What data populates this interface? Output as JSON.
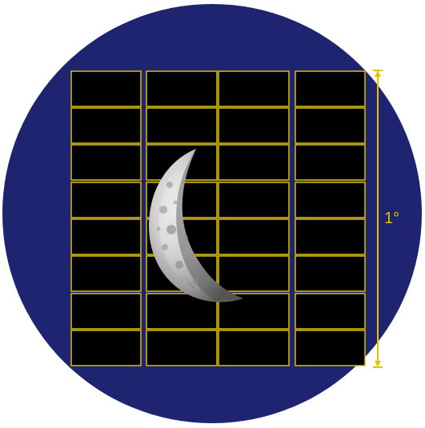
{
  "diagram": {
    "scale_label": "1°",
    "grid": {
      "columns": 4,
      "rows": 8
    },
    "colors": {
      "field_background": "#1f2470",
      "frame_border": "#d8bf00",
      "frame_fill": "#000000",
      "scale_line": "#e3c400",
      "moon_light": "#d9d9d9",
      "moon_shadow": "#6f6f6f"
    },
    "content": {
      "field_shape": "circle",
      "object": "crescent-moon"
    }
  }
}
